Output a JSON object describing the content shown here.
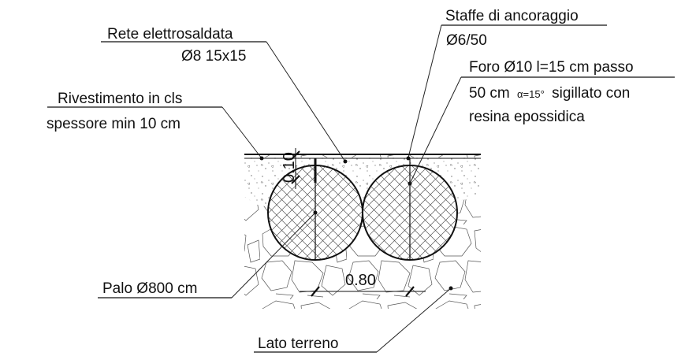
{
  "labels": {
    "rete_line1": "Rete elettrosaldata",
    "rete_line2": "Ø8 15x15",
    "staffe_line1": "Staffe di ancoraggio",
    "staffe_line2": "Ø6/50",
    "foro_line1": "Foro Ø10 l=15 cm passo",
    "foro_line2_a": "50 cm",
    "foro_line2_alpha": "α=15°",
    "foro_line2_b": "sigillato con",
    "foro_line3": "resina epossidica",
    "riv_line1": "Rivestimento in cls",
    "riv_line2": "spessore min 10 cm",
    "palo": "Palo Ø800 cm",
    "lato": "Lato terreno"
  },
  "dimensions": {
    "spacing": "0.80",
    "thickness": "0.10"
  }
}
